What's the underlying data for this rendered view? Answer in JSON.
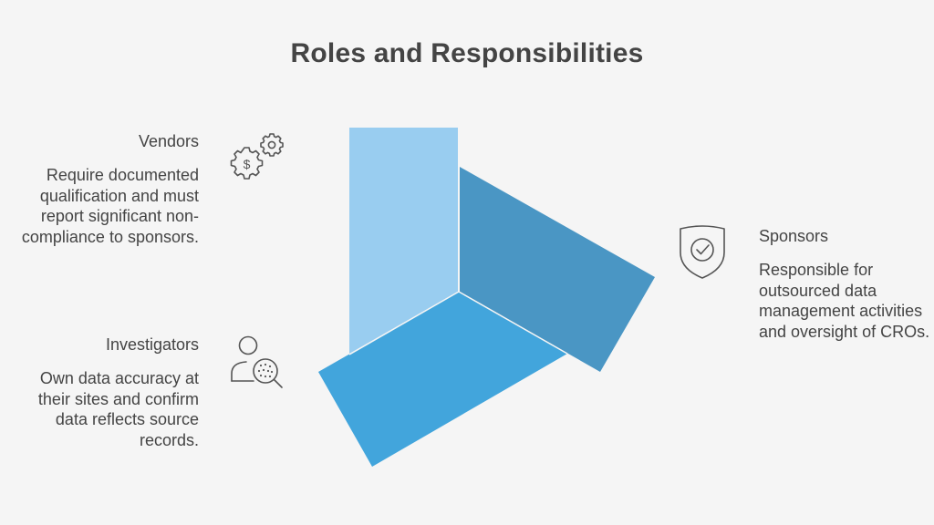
{
  "title": "Roles and Responsibilities",
  "colors": {
    "light_blue": "#99cdf0",
    "mid_blue": "#4a96c4",
    "bright_blue": "#42a5dc",
    "text": "#444444",
    "icon_stroke": "#555555"
  },
  "roles": {
    "vendors": {
      "label": "Vendors",
      "description": "Require documented qualification and must report significant non-compliance to sponsors.",
      "icon": "gear-dollar-icon"
    },
    "sponsors": {
      "label": "Sponsors",
      "description": "Responsible for outsourced data management activities and oversight of CROs.",
      "icon": "shield-check-icon"
    },
    "investigators": {
      "label": "Investigators",
      "description": "Own data accuracy at their sites and confirm data reflects source records.",
      "icon": "person-magnifier-icon"
    }
  }
}
